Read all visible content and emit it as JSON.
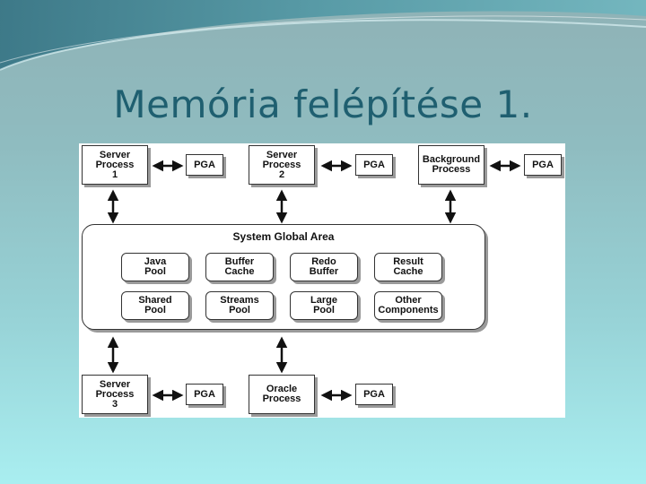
{
  "slide": {
    "title": "Memória felépítése 1."
  },
  "diagram": {
    "top_row": [
      {
        "process": "Server\nProcess\n1",
        "pga": "PGA"
      },
      {
        "process": "Server\nProcess\n2",
        "pga": "PGA"
      },
      {
        "process": "Background\nProcess",
        "pga": "PGA"
      }
    ],
    "sga": {
      "title": "System Global Area",
      "pools": [
        "Java\nPool",
        "Buffer\nCache",
        "Redo\nBuffer",
        "Result\nCache",
        "Shared\nPool",
        "Streams\nPool",
        "Large\nPool",
        "Other\nComponents"
      ]
    },
    "bottom_row": [
      {
        "process": "Server\nProcess\n3",
        "pga": "PGA"
      },
      {
        "process": "Oracle\nProcess",
        "pga": "PGA"
      }
    ]
  }
}
